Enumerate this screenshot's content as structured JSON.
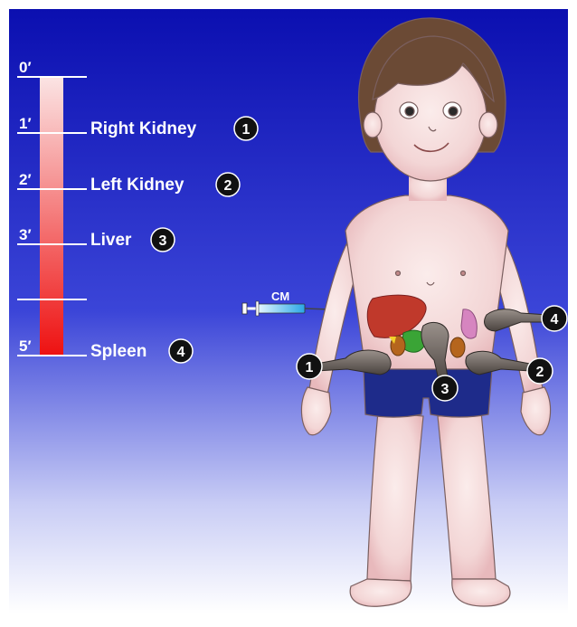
{
  "timeline": {
    "ticks": [
      {
        "label": "0′"
      },
      {
        "label": "1′"
      },
      {
        "label": "2′"
      },
      {
        "label": "3′"
      },
      {
        "label": ""
      },
      {
        "label": "5′"
      }
    ],
    "organs": [
      {
        "name": "Right Kidney",
        "number": "1"
      },
      {
        "name": "Left Kidney",
        "number": "2"
      },
      {
        "name": "Liver",
        "number": "3"
      },
      {
        "name": "Spleen",
        "number": "4"
      }
    ]
  },
  "syringe": {
    "label": "CM"
  },
  "probes": [
    {
      "number": "1"
    },
    {
      "number": "2"
    },
    {
      "number": "3"
    },
    {
      "number": "4"
    }
  ],
  "colors": {
    "background_top": "#0b0fb0",
    "background_bottom": "#ffffff",
    "bar_top": "#fbe4e4",
    "bar_bottom": "#ee1111",
    "skin": "#f5dedd",
    "hair": "#6b4a35",
    "shorts": "#1e2b8a",
    "probe": "#6d6560",
    "badge": "#111111"
  }
}
